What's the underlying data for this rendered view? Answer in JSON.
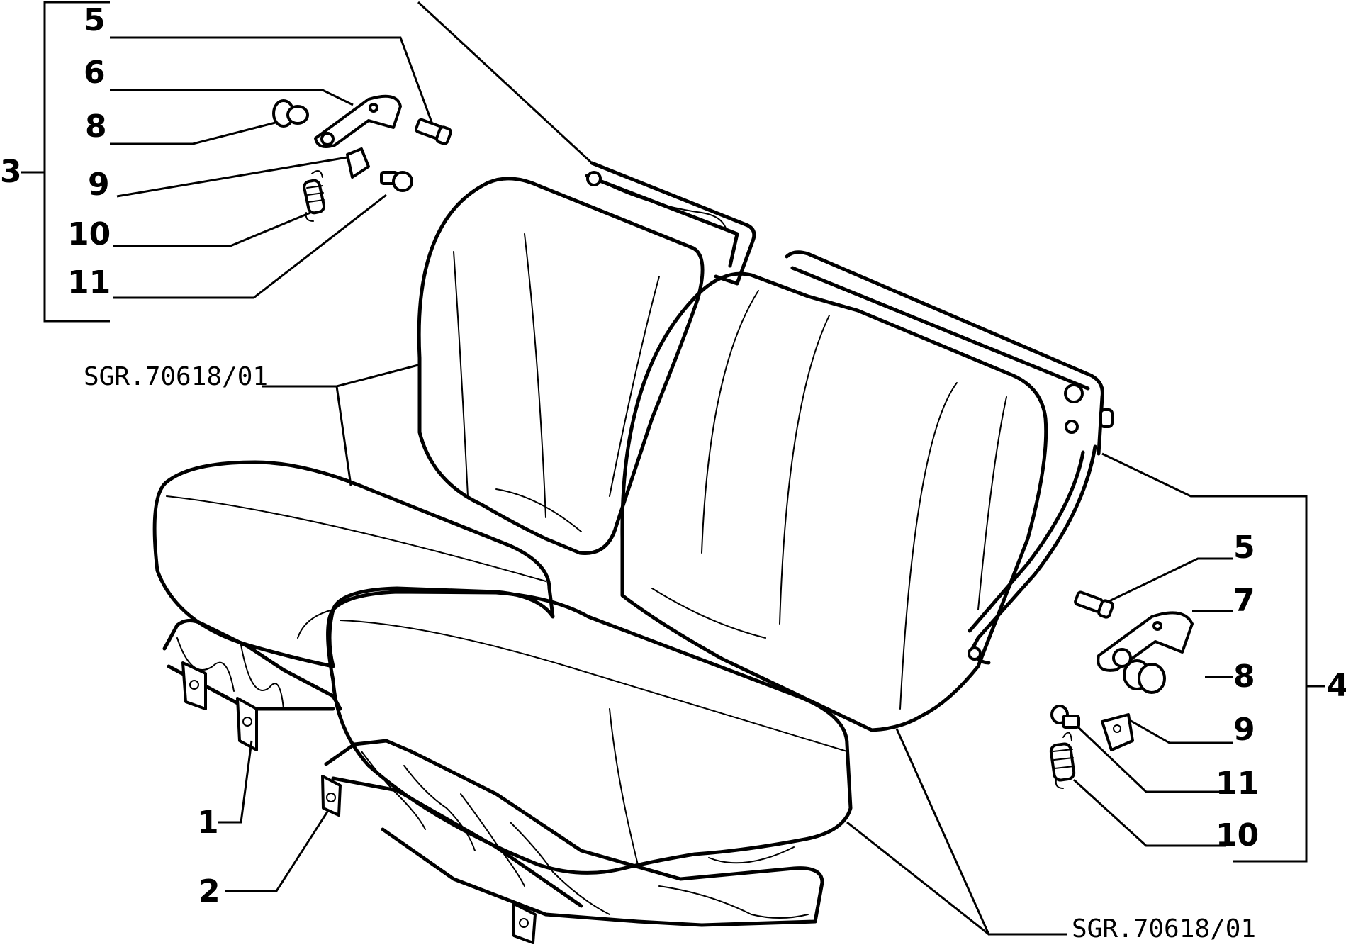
{
  "labels": {
    "group_left": "3",
    "group_right": "4",
    "left_kit": [
      "5",
      "6",
      "8",
      "9",
      "10",
      "11"
    ],
    "right_kit": [
      "5",
      "7",
      "8",
      "9",
      "11",
      "10"
    ],
    "frame_left": "1",
    "frame_right": "2"
  },
  "references": {
    "backrest_left": "SGR.70618/01",
    "backrest_right": "SGR.70618/01"
  }
}
